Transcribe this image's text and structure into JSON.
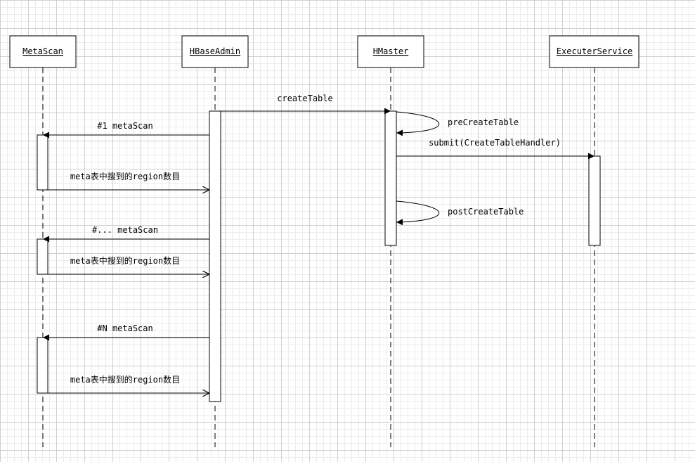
{
  "participants": {
    "metascan": "MetaScan",
    "hbaseadmin": "HBaseAdmin",
    "hmaster": "HMaster",
    "executer": "ExecuterService"
  },
  "messages": {
    "create_table": "createTable",
    "pre_create_table": "preCreateTable",
    "submit": "submit(CreateTableHandler)",
    "post_create_table": "postCreateTable",
    "meta_scan_1": "#1 metaScan",
    "return_1": "meta表中搜到的region数目",
    "meta_scan_mid": "#... metaScan",
    "return_mid": "meta表中搜到的region数目",
    "meta_scan_n": "#N metaScan",
    "return_n": "meta表中搜到的region数目"
  }
}
